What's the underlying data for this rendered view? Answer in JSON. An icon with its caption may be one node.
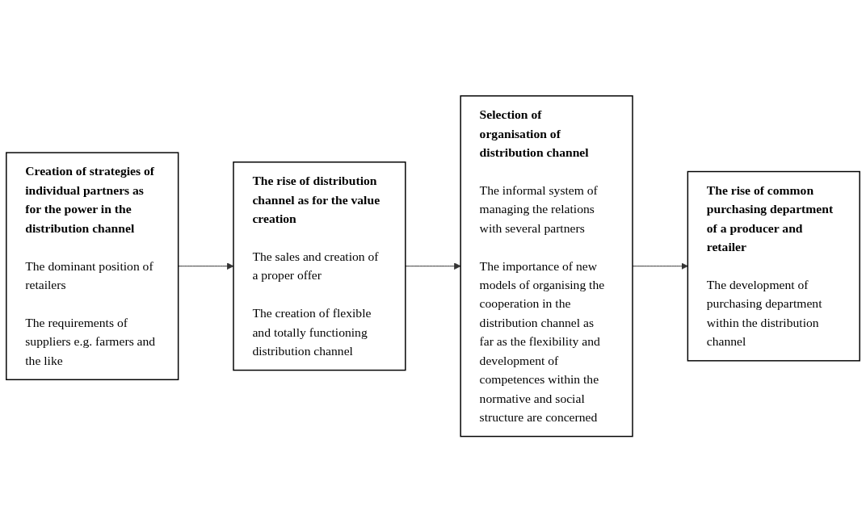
{
  "diagram": {
    "nodes": [
      {
        "text": [
          "Creation of strategies of individual partners as for the power in the distribution channel",
          "The dominant position of retailers",
          "The requirements of suppliers e.g. farmers and the like"
        ]
      },
      {
        "text": [
          "The rise of distribution channel as for the value creation",
          "The sales and creation of a proper offer",
          "The creation of flexible and totally functioning distribution channel"
        ]
      },
      {
        "text": [
          "Selection of organisation of distribution channel",
          "The informal system of managing the relations with several partners",
          "The importance of new models of organising the cooperation in the distribution channel as far as the flexibility and development of competences within the normative and social structure are concerned"
        ]
      },
      {
        "text": [
          "The rise of common purchasing department of a producer and retailer",
          "The development of purchasing department within the distribution channel"
        ]
      }
    ],
    "edges": [
      {
        "from": 0,
        "to": 1,
        "arrow": "to"
      },
      {
        "from": 1,
        "to": 2,
        "arrow": "to"
      },
      {
        "from": 2,
        "to": 3,
        "arrow": "to"
      }
    ]
  }
}
